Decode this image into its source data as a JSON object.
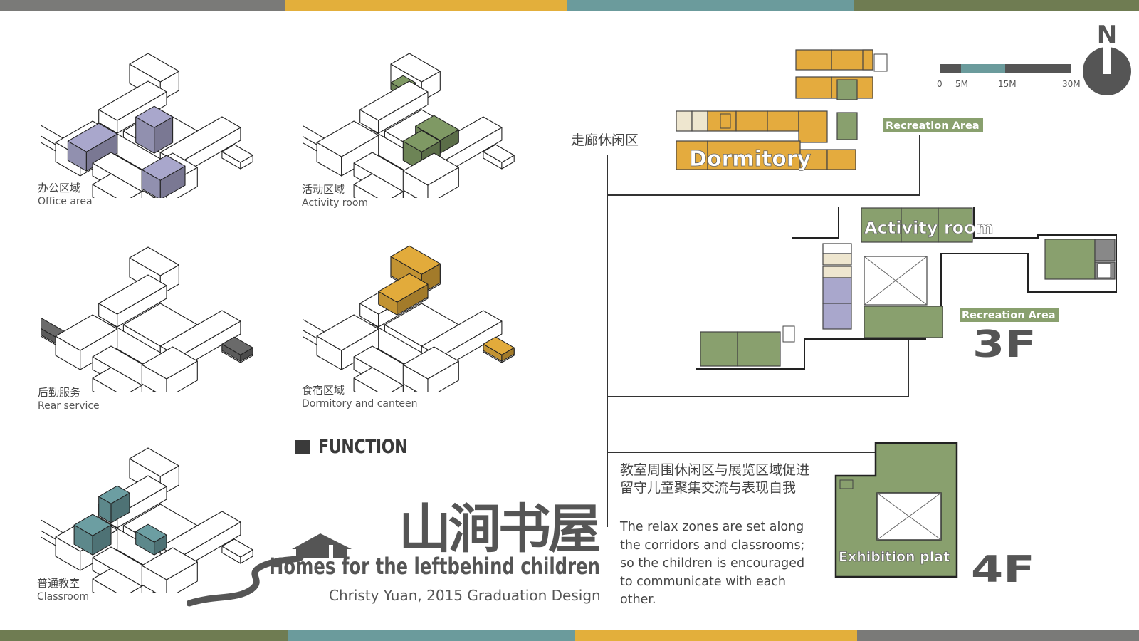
{
  "colors": {
    "gray_stripe": "#7a7a78",
    "yellow": "#e3af3b",
    "teal": "#6b9b9c",
    "olive": "#6f7c52",
    "office_purple": "#a9a7cc",
    "activity_green": "#7f9964",
    "service_gray": "#6a6a6a",
    "dorm_yellow": "#e2ab3b",
    "classroom_teal": "#6c9ea2",
    "plan_green": "#89a06e",
    "plan_yellow": "#e4ab3e",
    "text_dark": "#555555"
  },
  "diagrams": [
    {
      "cn": "办公区域",
      "en": "Office area"
    },
    {
      "cn": "活动区域",
      "en": "Activity room"
    },
    {
      "cn": "后勤服务",
      "en": "Rear service"
    },
    {
      "cn": "食宿区域",
      "en": "Dormitory and canteen"
    },
    {
      "cn": "普通教室",
      "en": "Classroom"
    }
  ],
  "function_label": "FUNCTION",
  "title": {
    "cn": "山涧书屋",
    "en": "Homes for the leftbehind children",
    "byline": "Christy Yuan, 2015 Graduation Design"
  },
  "corridor_label": "走廊休闲区",
  "note": {
    "cn": "教室周围休闲区与展览区域促进留守儿童聚集交流与表现自我",
    "en": "The relax zones are set along the corridors and classrooms; so the children is encouraged to communicate with each other."
  },
  "plans": {
    "dormitory": "Dormitory",
    "recreation_area": "Recreation Area",
    "activity_room": "Activity room",
    "floor_3": "3F",
    "exhibition": "Exhibition plat",
    "floor_4": "4F"
  },
  "compass": {
    "north": "N"
  },
  "scale_bar": [
    "0",
    "5M",
    "15M",
    "30M"
  ]
}
